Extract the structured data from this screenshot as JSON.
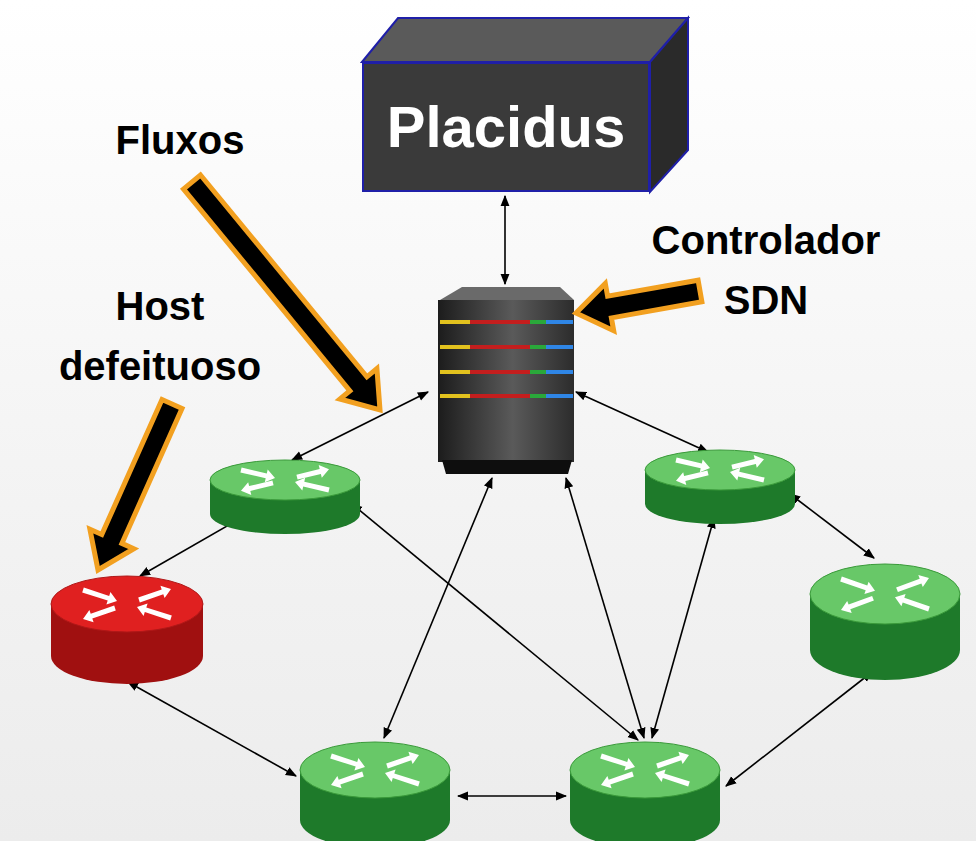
{
  "diagram": {
    "nodes": [
      {
        "text": [
          "Placidus"
        ]
      }
    ],
    "labels": [
      "Fluxos",
      "Host defeituoso",
      "Controlador SDN"
    ]
  }
}
